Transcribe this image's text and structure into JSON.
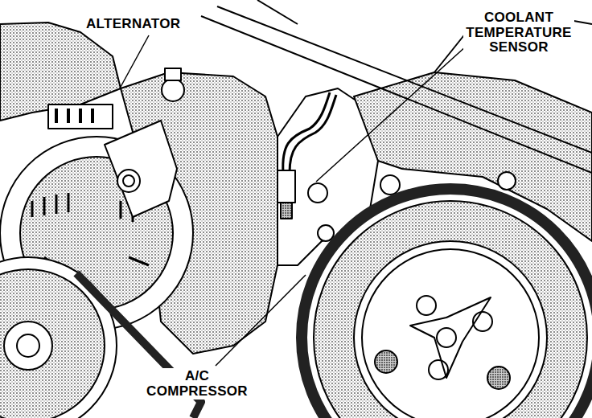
{
  "diagram": {
    "labels": [
      "ALTERNATOR",
      "COOLANT TEMPERATURE SENSOR",
      "A/C COMPRESSOR"
    ]
  }
}
